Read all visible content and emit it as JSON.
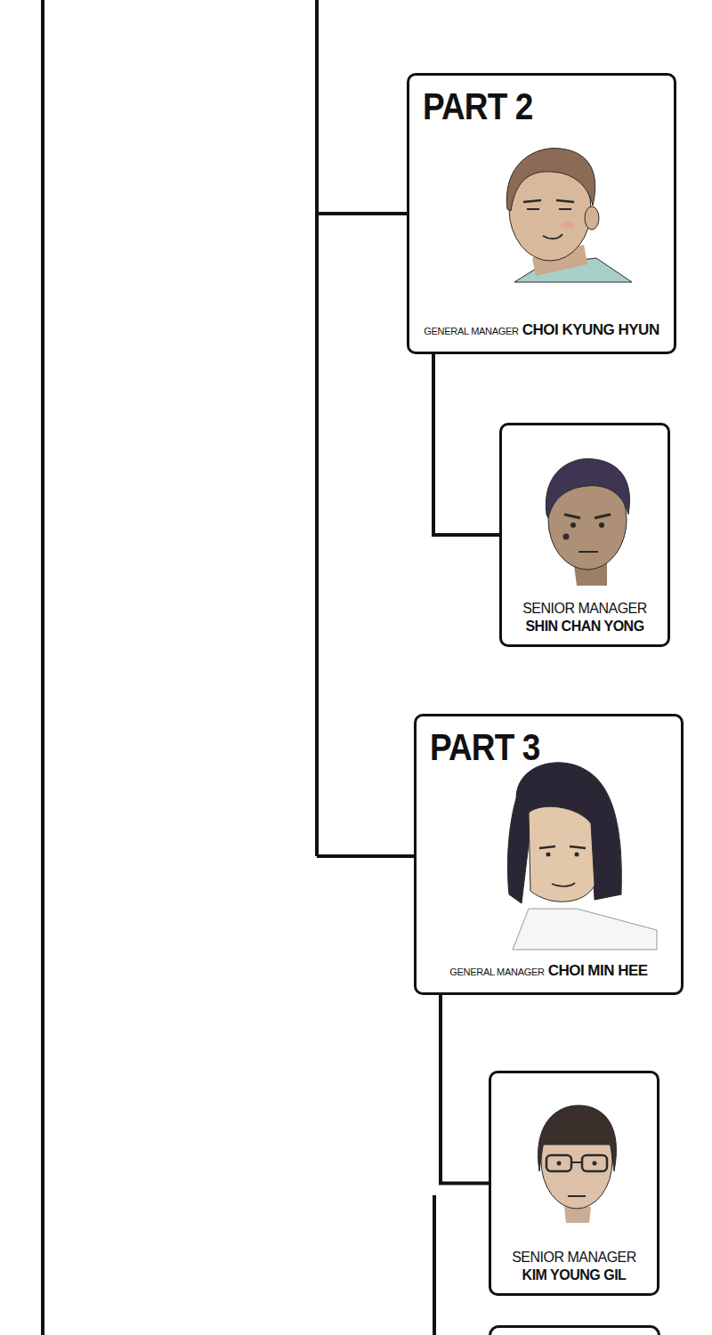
{
  "diagram": {
    "nodes": [
      {
        "text": [
          "PART 2",
          "GENERAL MANAGER",
          "CHOI KYUNG HYUN"
        ]
      },
      {
        "text": [
          "SENIOR MANAGER",
          "SHIN CHAN YONG"
        ]
      },
      {
        "text": [
          "PART 3",
          "GENERAL MANAGER",
          "CHOI MIN HEE"
        ]
      },
      {
        "text": [
          "SENIOR MANAGER",
          "KIM YOUNG GIL"
        ]
      }
    ],
    "edges": [
      {
        "from": 0,
        "to": 1,
        "arrow": "none"
      },
      {
        "from": 2,
        "to": 3,
        "arrow": "none"
      }
    ]
  }
}
